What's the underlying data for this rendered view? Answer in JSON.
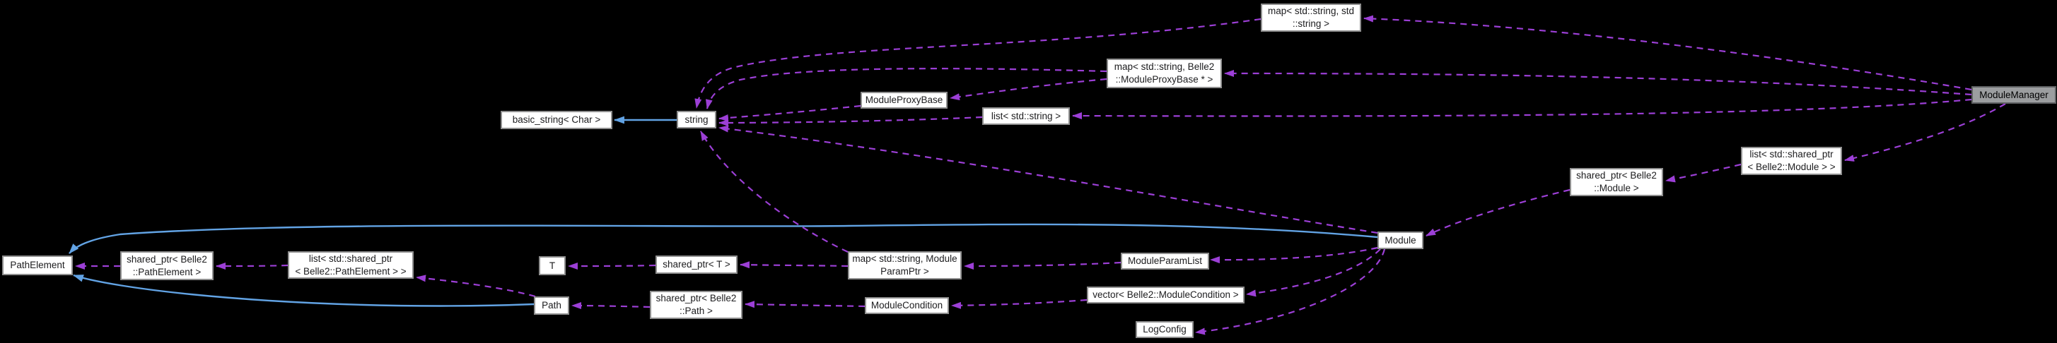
{
  "diagram": {
    "kind": "collaboration-graph",
    "background": "#000000",
    "colors": {
      "usage_edge": "#9c3fd6",
      "inheritance_edge": "#62a3e4",
      "node_fill": "#ffffff",
      "node_border": "#8f8f8f",
      "main_node_fill": "#9c9ea0",
      "text": "#1c1c1e"
    }
  },
  "nodes": {
    "basic_string": {
      "label": "basic_string< Char >"
    },
    "string": {
      "label": "string"
    },
    "module_proxy_base": {
      "label": "ModuleProxyBase"
    },
    "list_string": {
      "label": "list< std::string >"
    },
    "map_proxy": {
      "label": "map< std::string, Belle2\n::ModuleProxyBase * >"
    },
    "map_string": {
      "label": "map< std::string, std\n::string >"
    },
    "module_manager": {
      "label": "ModuleManager"
    },
    "list_module": {
      "label": "list< std::shared_ptr\n< Belle2::Module > >"
    },
    "sp_module": {
      "label": "shared_ptr< Belle2\n::Module >"
    },
    "module": {
      "label": "Module"
    },
    "module_param_list": {
      "label": "ModuleParamList"
    },
    "map_param": {
      "label": "map< std::string, Module\nParamPtr >"
    },
    "sp_t": {
      "label": "shared_ptr< T >"
    },
    "t": {
      "label": "T"
    },
    "vector_condition": {
      "label": "vector< Belle2::ModuleCondition >"
    },
    "module_condition": {
      "label": "ModuleCondition"
    },
    "sp_path": {
      "label": "shared_ptr< Belle2\n::Path >"
    },
    "path": {
      "label": "Path"
    },
    "log_config": {
      "label": "LogConfig"
    },
    "path_element": {
      "label": "PathElement"
    },
    "sp_path_element": {
      "label": "shared_ptr< Belle2\n::PathElement >"
    },
    "list_path_element": {
      "label": "list< std::shared_ptr\n< Belle2::PathElement > >"
    }
  },
  "edges": [
    {
      "from": "string",
      "to": "basic_string",
      "relation": "inheritance"
    },
    {
      "from": "module",
      "to": "path_element",
      "relation": "inheritance"
    },
    {
      "from": "path",
      "to": "path_element",
      "relation": "inheritance"
    },
    {
      "from": "map_string",
      "to": "string",
      "relation": "usage"
    },
    {
      "from": "map_proxy",
      "to": "string",
      "relation": "usage"
    },
    {
      "from": "map_proxy",
      "to": "module_proxy_base",
      "relation": "usage"
    },
    {
      "from": "module_proxy_base",
      "to": "string",
      "relation": "usage"
    },
    {
      "from": "list_string",
      "to": "string",
      "relation": "usage"
    },
    {
      "from": "module_manager",
      "to": "map_string",
      "relation": "usage"
    },
    {
      "from": "module_manager",
      "to": "map_proxy",
      "relation": "usage"
    },
    {
      "from": "module_manager",
      "to": "list_string",
      "relation": "usage"
    },
    {
      "from": "module_manager",
      "to": "list_module",
      "relation": "usage"
    },
    {
      "from": "list_module",
      "to": "sp_module",
      "relation": "usage"
    },
    {
      "from": "sp_module",
      "to": "module",
      "relation": "usage"
    },
    {
      "from": "module",
      "to": "string",
      "relation": "usage"
    },
    {
      "from": "module",
      "to": "module_param_list",
      "relation": "usage"
    },
    {
      "from": "module",
      "to": "vector_condition",
      "relation": "usage"
    },
    {
      "from": "module",
      "to": "log_config",
      "relation": "usage"
    },
    {
      "from": "module_param_list",
      "to": "map_param",
      "relation": "usage"
    },
    {
      "from": "map_param",
      "to": "sp_t",
      "relation": "usage"
    },
    {
      "from": "map_param",
      "to": "string",
      "relation": "usage"
    },
    {
      "from": "sp_t",
      "to": "t",
      "relation": "usage"
    },
    {
      "from": "vector_condition",
      "to": "module_condition",
      "relation": "usage"
    },
    {
      "from": "module_condition",
      "to": "sp_path",
      "relation": "usage"
    },
    {
      "from": "sp_path",
      "to": "path",
      "relation": "usage"
    },
    {
      "from": "path",
      "to": "list_path_element",
      "relation": "usage"
    },
    {
      "from": "list_path_element",
      "to": "sp_path_element",
      "relation": "usage"
    },
    {
      "from": "sp_path_element",
      "to": "path_element",
      "relation": "usage"
    }
  ]
}
